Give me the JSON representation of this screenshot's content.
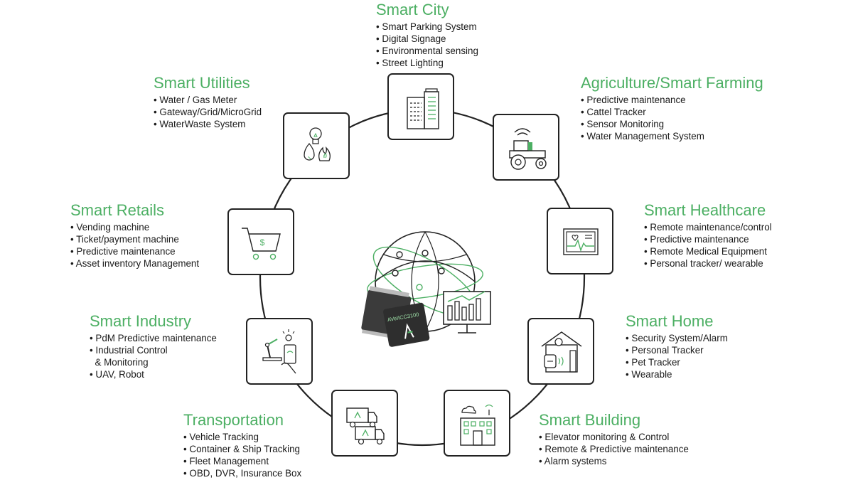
{
  "colors": {
    "accent": "#4caf63",
    "stroke": "#222222",
    "text": "#1a1a1a"
  },
  "center": {
    "chip_label": "AVeIICC3100"
  },
  "segments": [
    {
      "key": "city",
      "title": "Smart City",
      "icon": "buildings-icon",
      "items": [
        "Smart Parking System",
        "Digital Signage",
        "Environmental sensing",
        "Street Lighting"
      ]
    },
    {
      "key": "farming",
      "title": "Agriculture/Smart Farming",
      "icon": "tractor-icon",
      "items": [
        "Predictive maintenance",
        "Cattel Tracker",
        "Sensor Monitoring",
        "Water Management System"
      ]
    },
    {
      "key": "healthcare",
      "title": "Smart Healthcare",
      "icon": "heart-monitor-icon",
      "items": [
        "Remote maintenance/control",
        "Predictive maintenance",
        "Remote Medical Equipment",
        "Personal tracker/ wearable"
      ]
    },
    {
      "key": "home",
      "title": "Smart Home",
      "icon": "house-icon",
      "items": [
        "Security System/Alarm",
        "Personal Tracker",
        "Pet Tracker",
        "Wearable"
      ]
    },
    {
      "key": "building",
      "title": "Smart Building",
      "icon": "office-building-icon",
      "items": [
        "Elevator monitoring & Control",
        "Remote & Predictive maintenance",
        "Alarm systems"
      ]
    },
    {
      "key": "transport",
      "title": "Transportation",
      "icon": "trucks-icon",
      "items": [
        "Vehicle Tracking",
        "Container & Ship Tracking",
        "Fleet Management",
        "OBD, DVR, Insurance Box"
      ]
    },
    {
      "key": "industry",
      "title": "Smart Industry",
      "icon": "robot-arm-icon",
      "items": [
        "PdM Predictive maintenance",
        "Industrial Control",
        "& Monitoring",
        "UAV, Robot"
      ]
    },
    {
      "key": "retails",
      "title": "Smart Retails",
      "icon": "shopping-cart-icon",
      "items": [
        "Vending machine",
        "Ticket/payment machine",
        "Predictive maintenance",
        "Asset inventory Management"
      ]
    },
    {
      "key": "utilities",
      "title": "Smart Utilities",
      "icon": "utilities-icon",
      "items": [
        "Water / Gas Meter",
        "Gateway/Grid/MicroGrid",
        "WaterWaste System"
      ]
    }
  ]
}
